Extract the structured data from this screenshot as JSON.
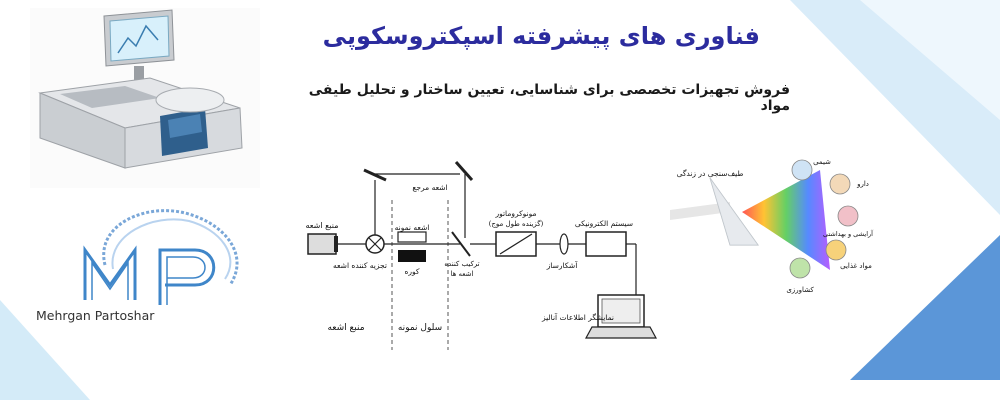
{
  "colors": {
    "title": "#2c2c9e",
    "accent_blue": "#5b96d8",
    "light_blue": "#cfe6f7"
  },
  "banner": {
    "title": "فناوری های پیشرفته اسپکتروسکوپی",
    "subtitle": "فروش تجهیزات تخصصی برای شناسایی، تعیین ساختار و تحلیل طیفی مواد"
  },
  "logo": {
    "text": "Mehrgan Partoshar"
  },
  "diagram": {
    "labels": {
      "source": "منبع اشعه",
      "splitter": "تجزیه کننده اشعه",
      "sample_beam": "اشعه نمونه",
      "cuvette": "کوره",
      "reference_beam": "اشعه مرجع",
      "combiner_1": "ترکیب کننده",
      "combiner_2": "اشعه ها",
      "monochromator_1": "مونوکروماتور",
      "monochromator_2": "(گزینده طول موج)",
      "detector": "آشکارساز",
      "electronics": "سیستم الکترونیکی",
      "display": "نمایشگر اطلاعات آنالیز",
      "region_source": "منبع اشعه",
      "region_sample": "سلول نمونه"
    }
  },
  "applications": {
    "title": "طیف‌سنجی در زندگی",
    "items": [
      "شیمی",
      "دارو",
      "آرایشی و بهداشتی",
      "مواد غذایی",
      "کشاورزی"
    ]
  }
}
